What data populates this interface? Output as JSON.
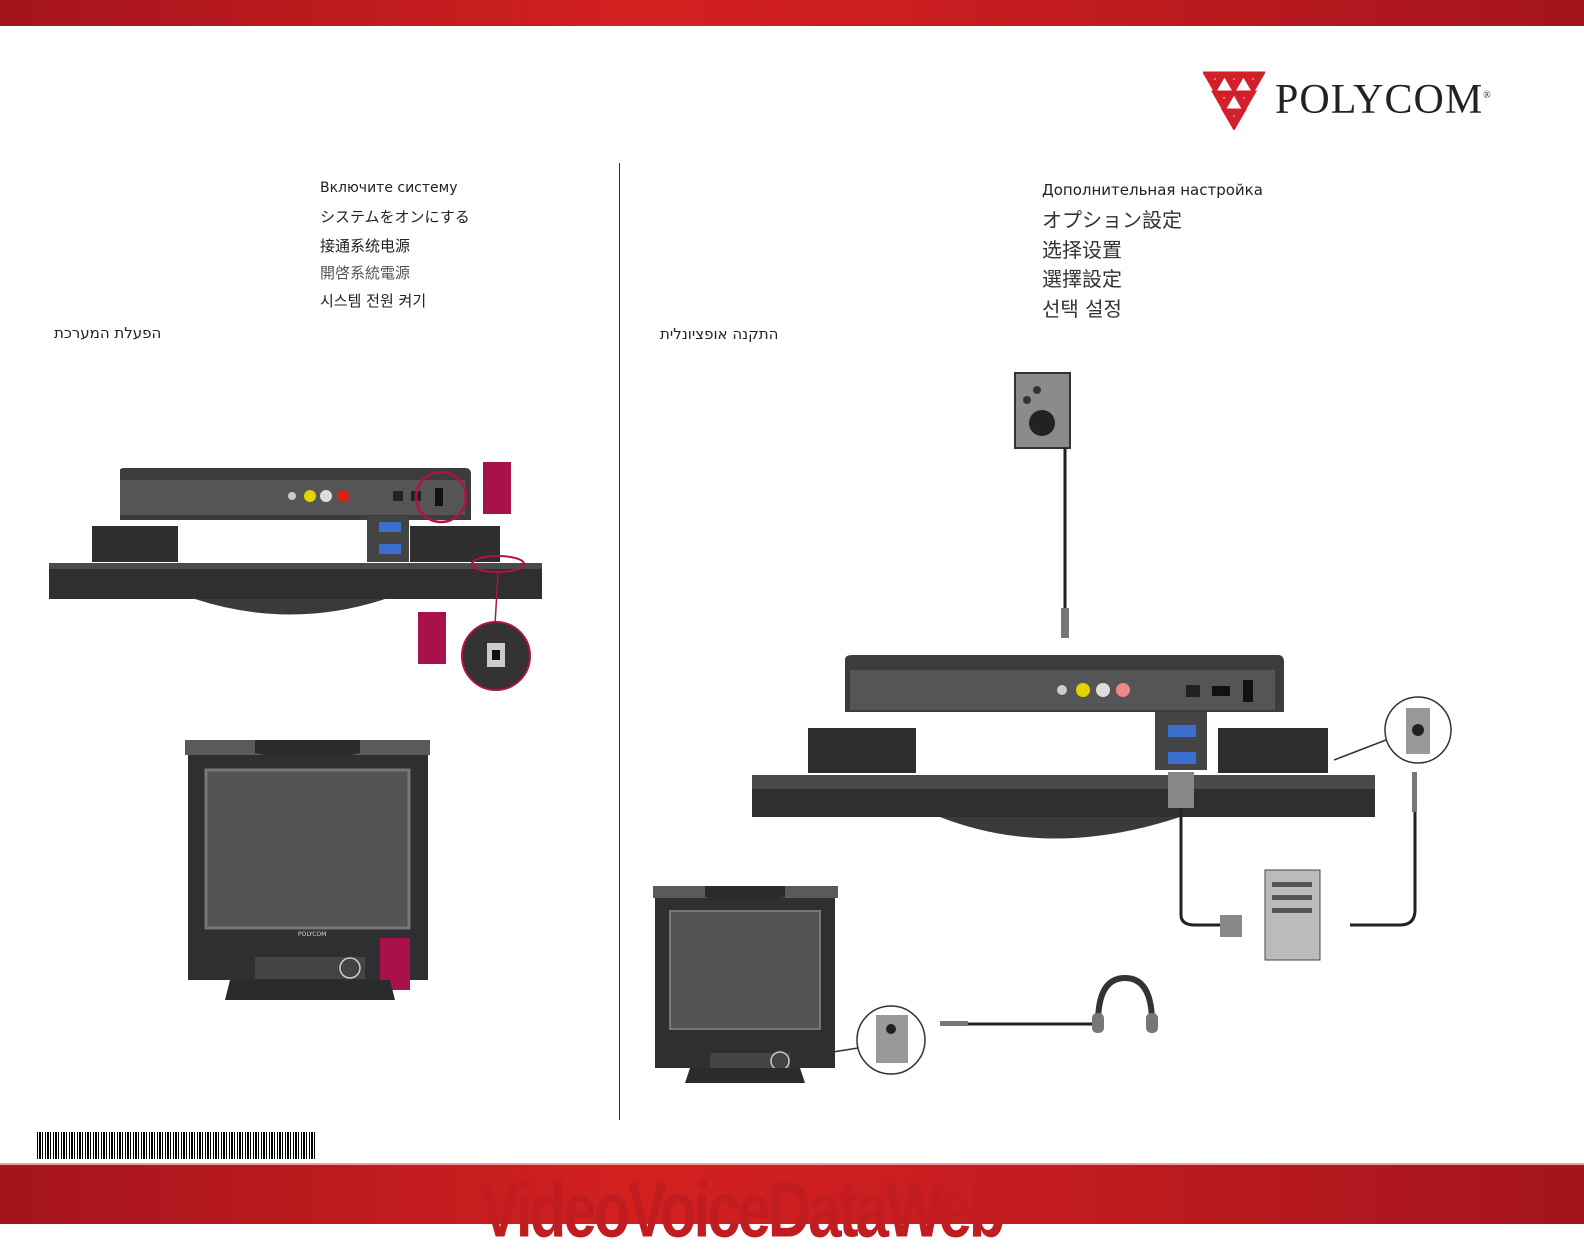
{
  "brand": {
    "name": "POLYCOM",
    "registered": "®",
    "tagline": "VideoVoiceDataWeb",
    "accent": "#c8102e"
  },
  "left": {
    "headings": [
      "Включите систему",
      "システムをオンにする",
      "接通系统电源",
      "開啓系統電源",
      "시스템 전원 켜기"
    ],
    "hebrew": "הפעלת המערכת"
  },
  "right": {
    "headings": [
      "Дополнительная настройка",
      "オプション設定",
      "选择设置",
      "選擇設定",
      "선택 설정"
    ],
    "hebrew": "התקנה אופציונלית"
  },
  "device_label": "POLYCOM"
}
